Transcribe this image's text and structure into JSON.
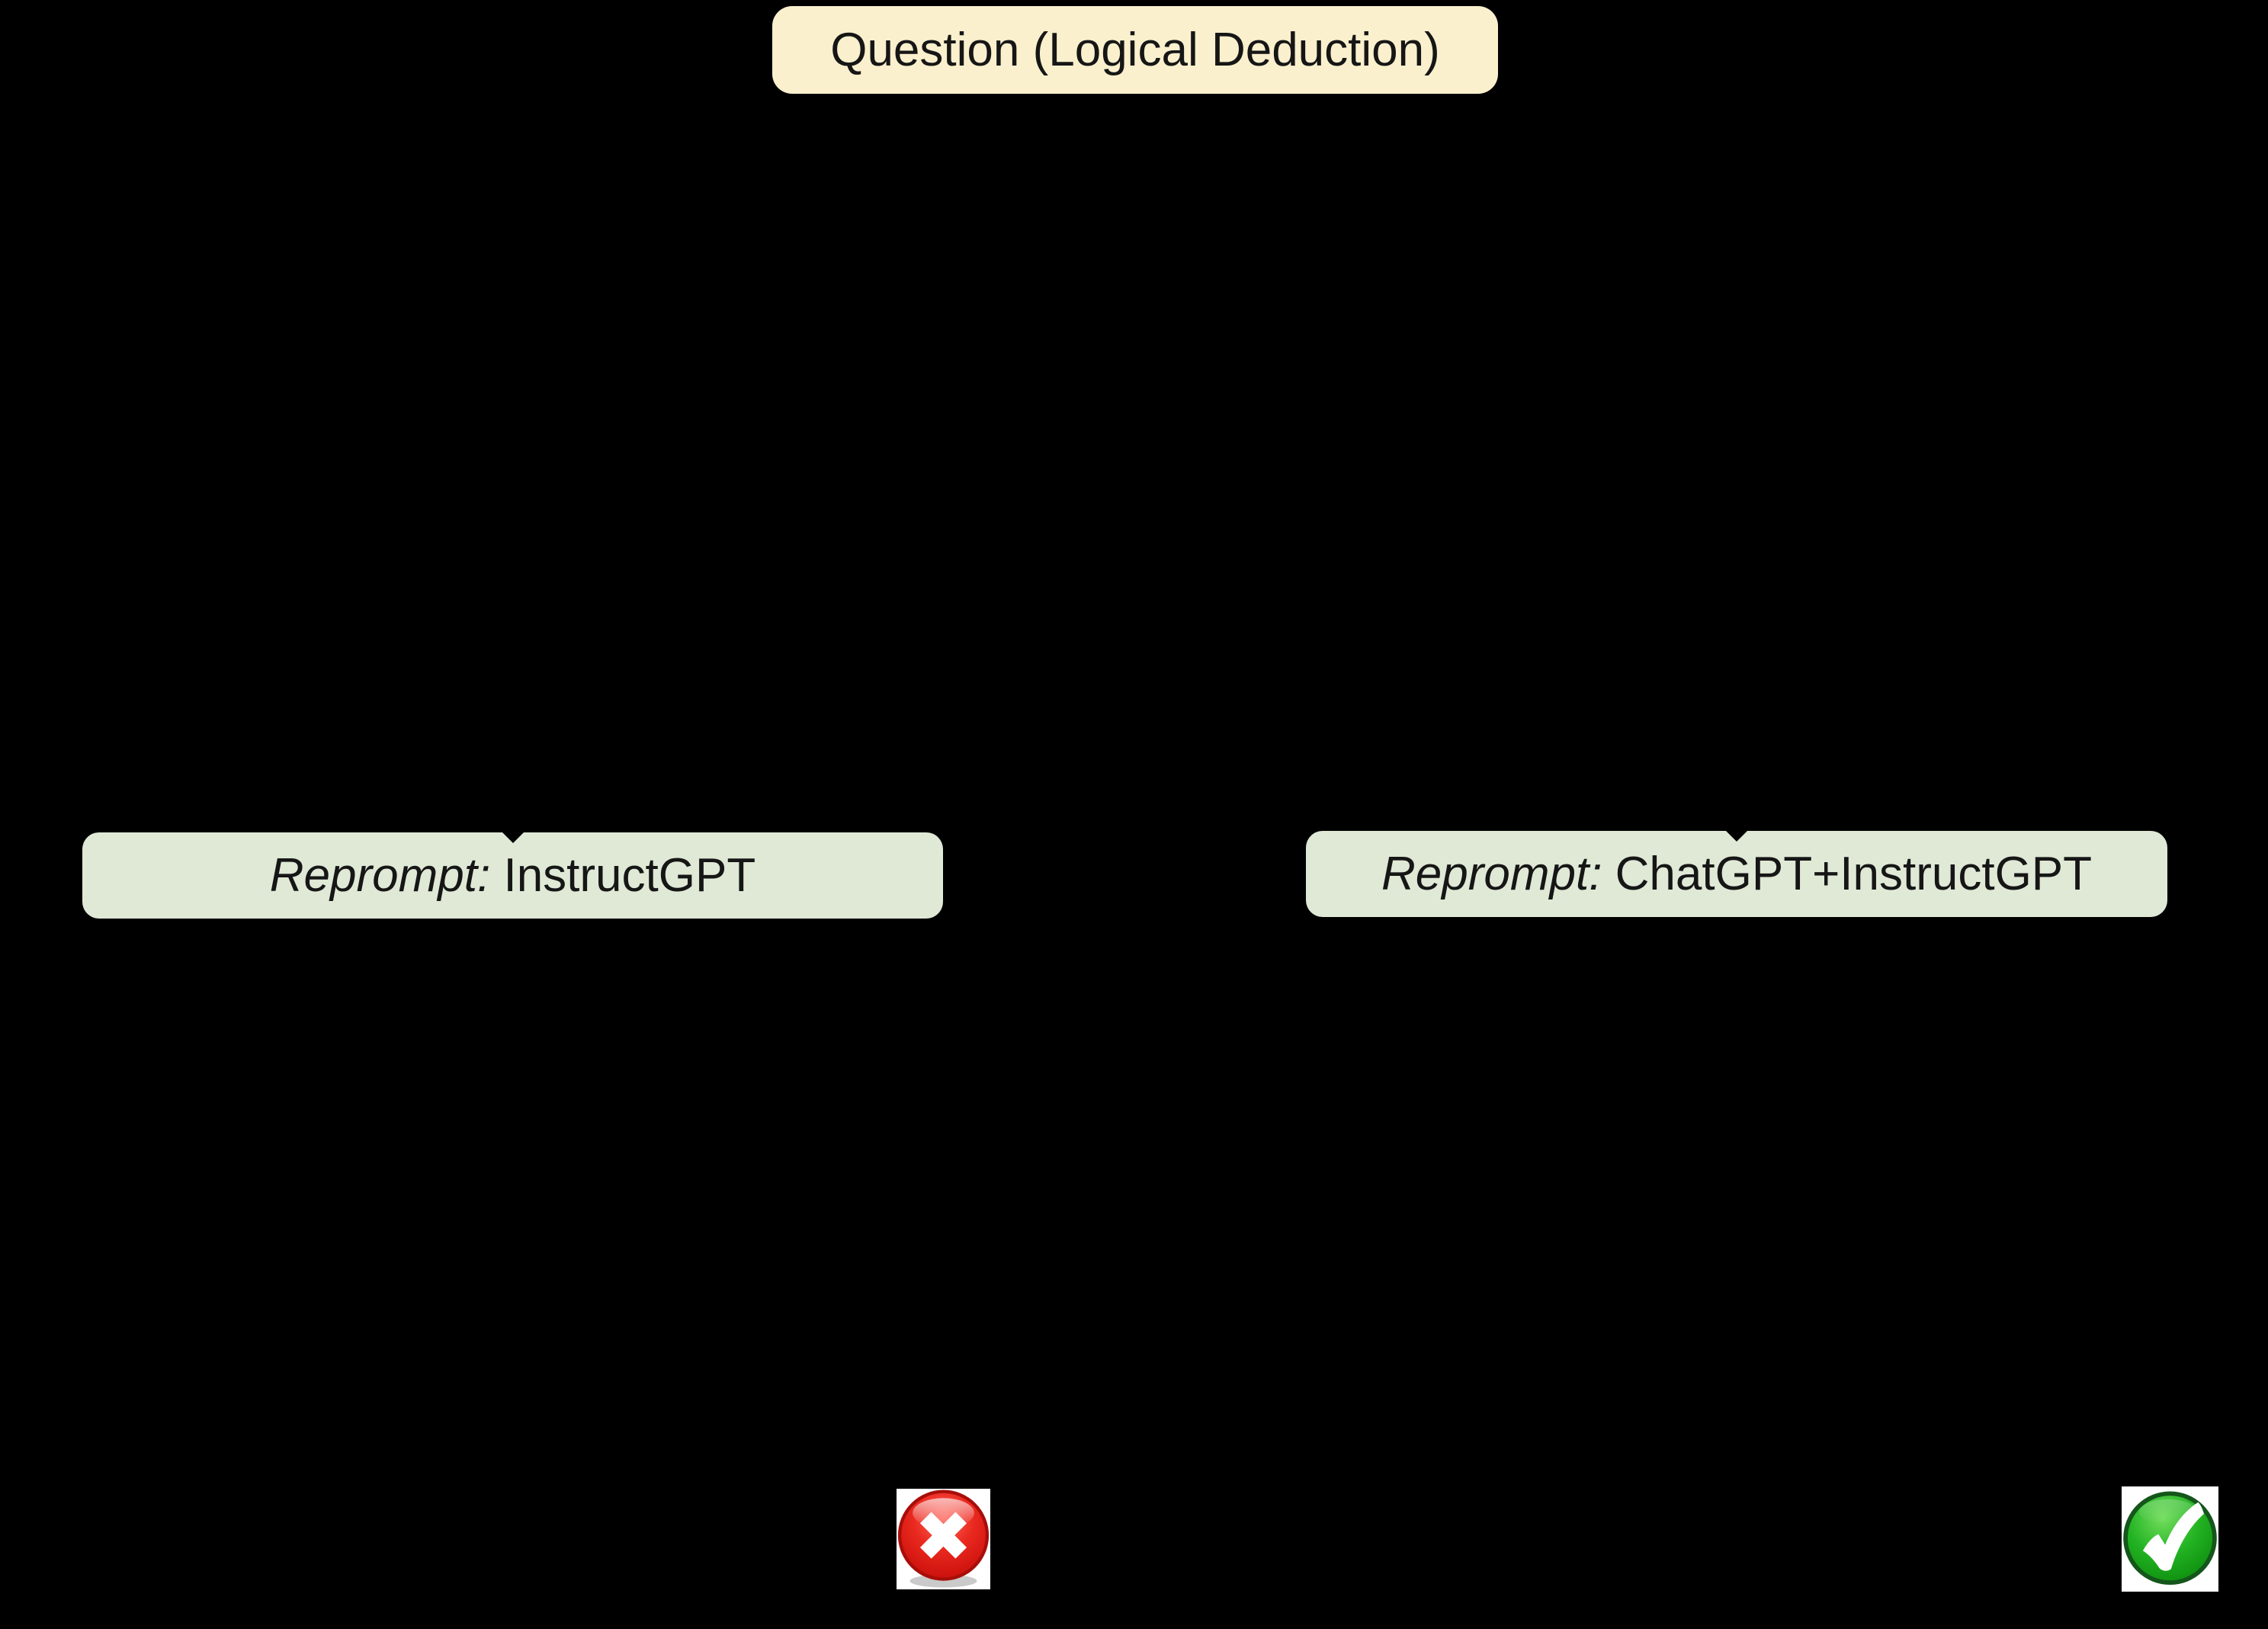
{
  "title": {
    "label": "Question (Logical Deduction)"
  },
  "reprompt_left": {
    "prefix": "Reprompt:",
    "model": "InstructGPT"
  },
  "reprompt_right": {
    "prefix": "Reprompt:",
    "model": "ChatGPT+InstructGPT"
  },
  "results": {
    "left": "incorrect",
    "right": "correct",
    "left_icon": "red-cross-icon",
    "right_icon": "green-check-icon"
  },
  "colors": {
    "background": "#000000",
    "question_fill": "#FAF0CD",
    "reprompt_fill": "#DFE9D6",
    "fail_red": "#D6120D",
    "pass_green": "#18A018",
    "text": "#161616"
  }
}
